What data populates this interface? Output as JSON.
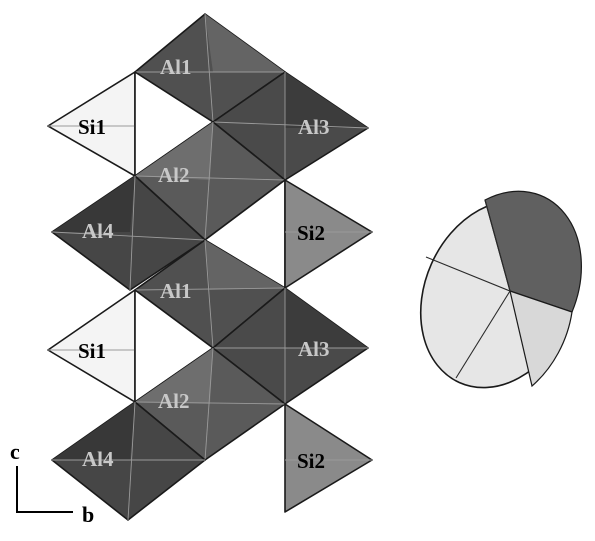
{
  "labels": {
    "al1_top": "Al1",
    "al3_top": "Al3",
    "si1_top": "Si1",
    "al2_top": "Al2",
    "al4_top": "Al4",
    "si2_top": "Si2",
    "al1_mid": "Al1",
    "si1_bottom": "Si1",
    "al3_bottom": "Al3",
    "al2_bottom": "Al2",
    "al4_bottom": "Al4",
    "si2_bottom": "Si2"
  },
  "axes": {
    "vertical": "c",
    "horizontal": "b"
  },
  "colors": {
    "octahedron_dark": "#4a4a4a",
    "octahedron_mid": "#686868",
    "tetrahedron_light": "#f2f2f2",
    "tetrahedron_gray": "#8c8c8c",
    "ellipsoid_light": "#e6e6e6",
    "ellipsoid_dark": "#606060"
  }
}
